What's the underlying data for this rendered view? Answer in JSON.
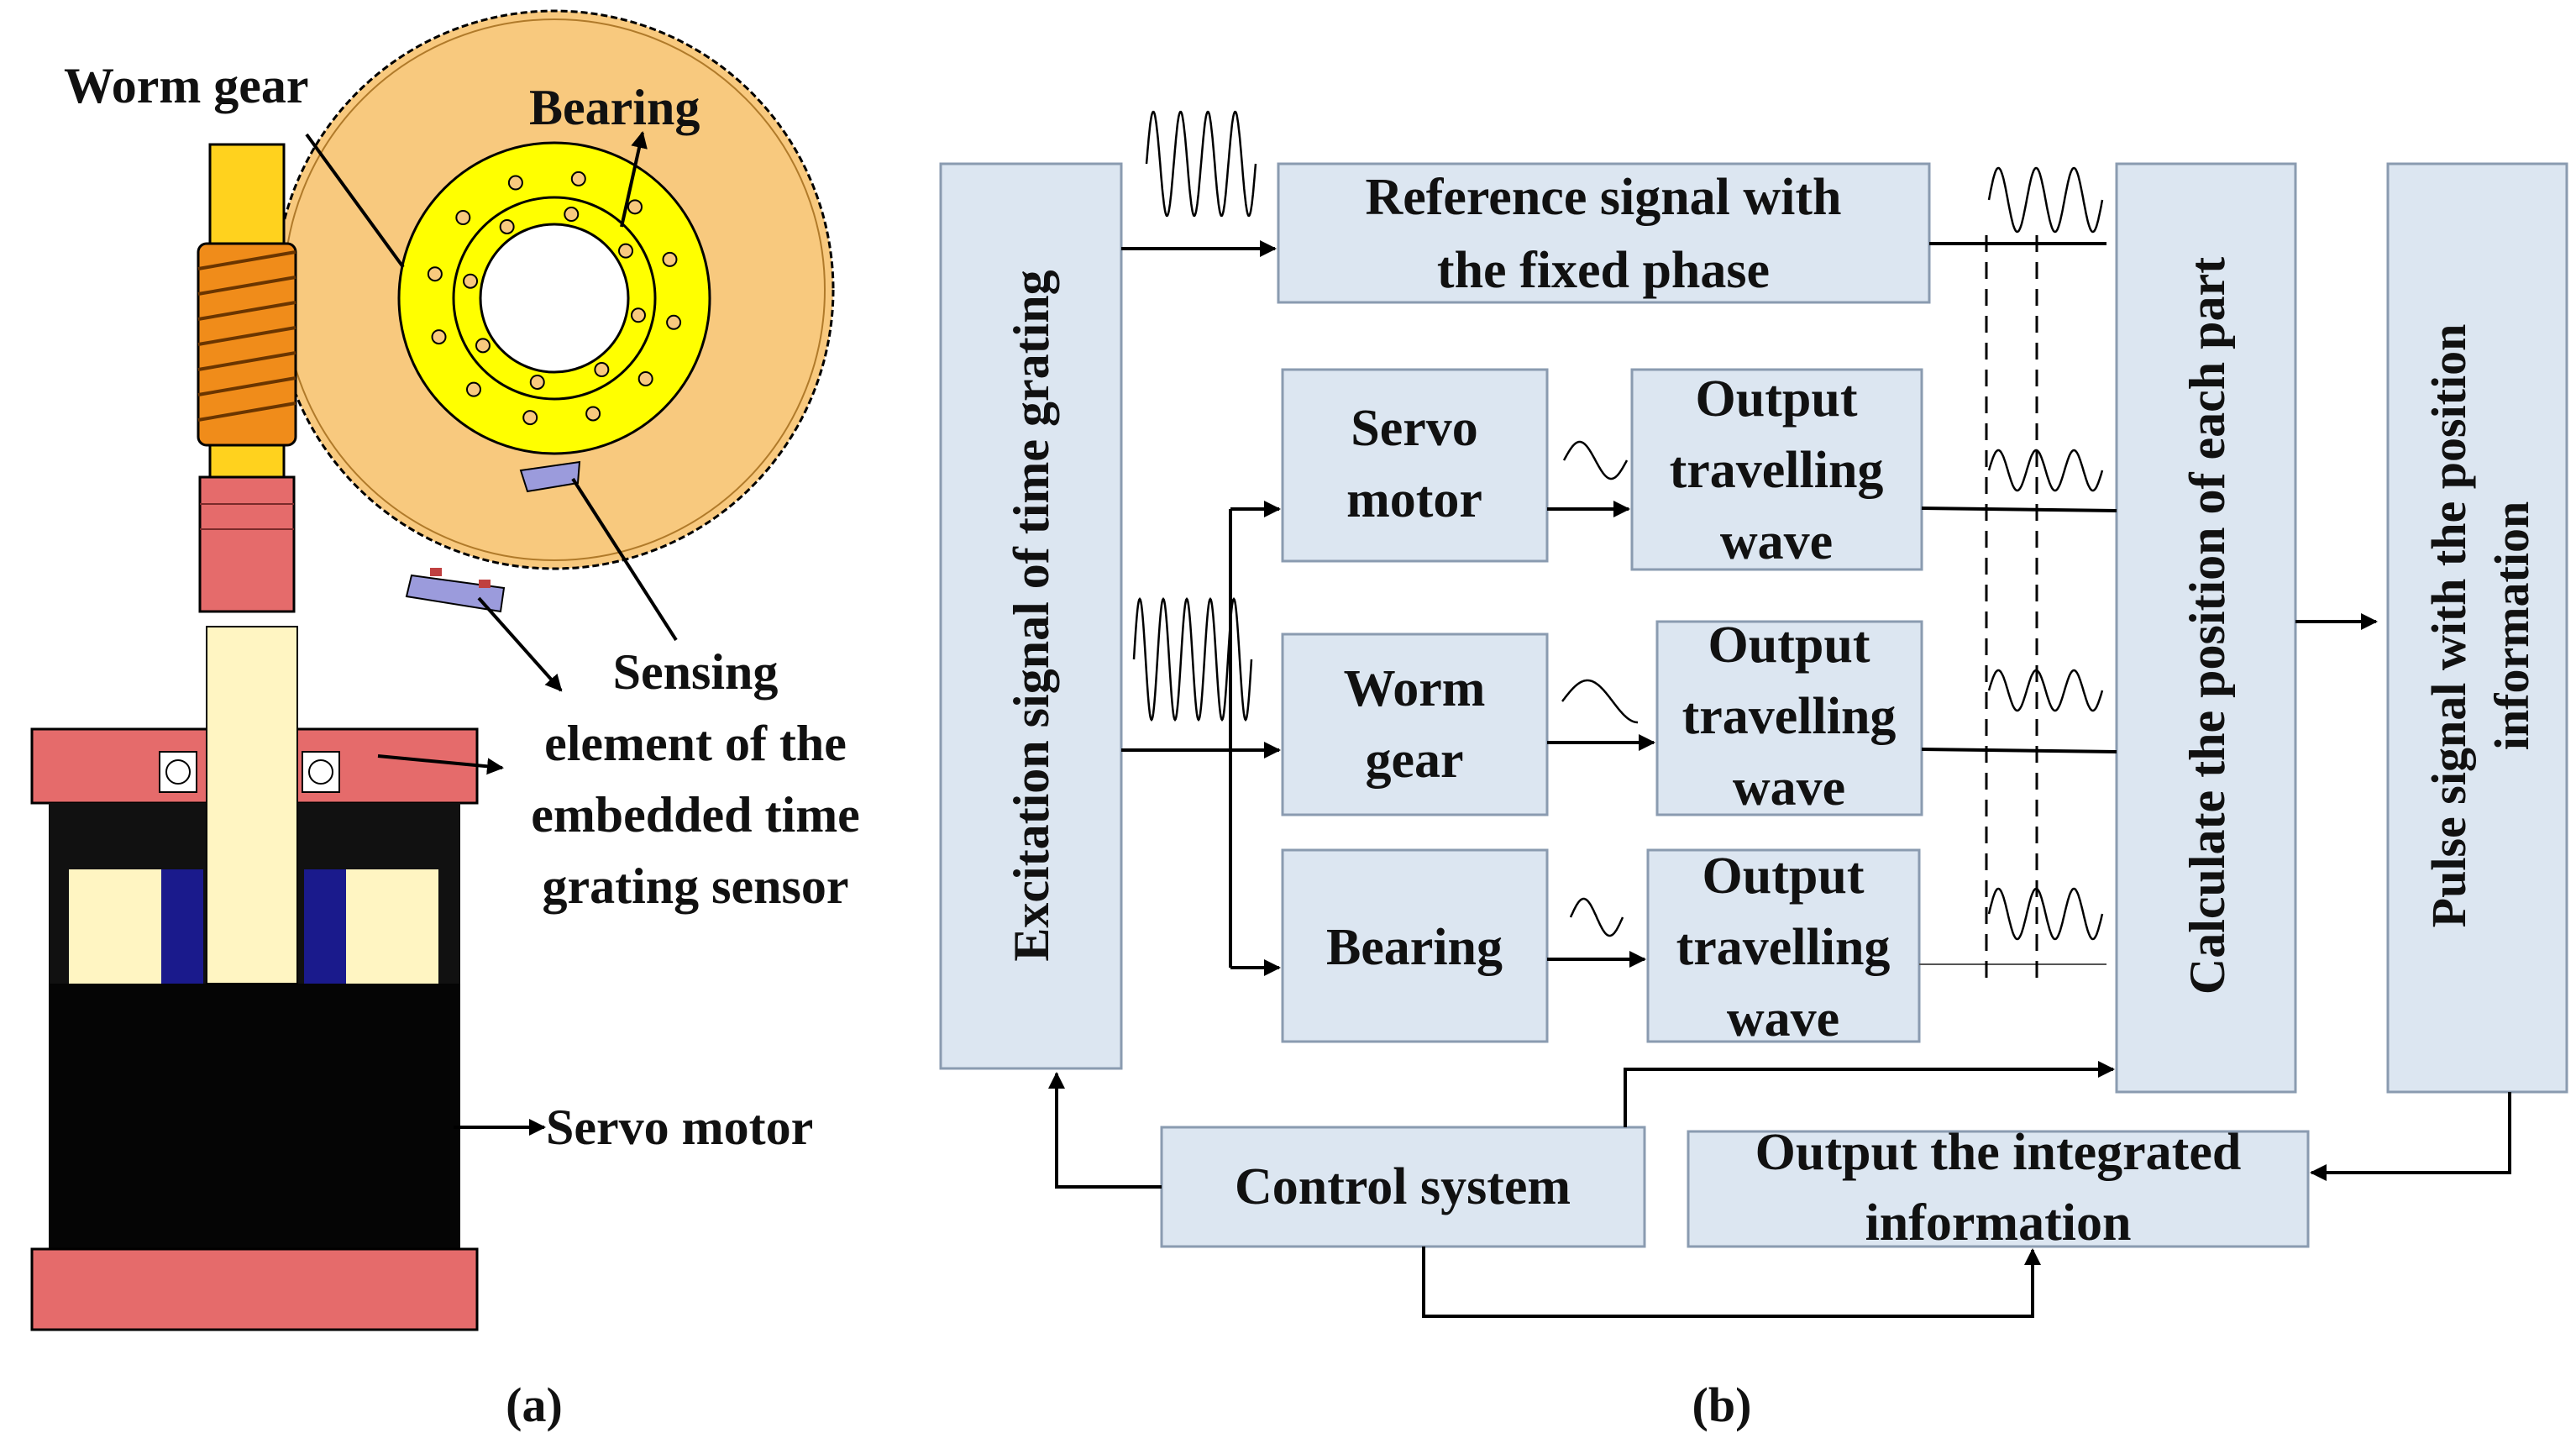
{
  "panel_a": {
    "label_worm_gear": "Worm gear",
    "label_bearing": "Bearing",
    "label_sensing_lines": [
      "Sensing",
      "element of the",
      "embedded time",
      "grating sensor"
    ],
    "label_servo_motor": "Servo motor",
    "caption": "(a)"
  },
  "panel_b": {
    "excitation": "Excitation signal of time grating",
    "reference_lines": [
      "Reference signal with",
      "the fixed phase"
    ],
    "servo_lines": [
      "Servo",
      "motor"
    ],
    "worm_lines": [
      "Worm",
      "gear"
    ],
    "bearing": "Bearing",
    "output_wave_lines": [
      "Output",
      "travelling",
      "wave"
    ],
    "calculate": "Calculate the position of each part",
    "pulse_lines": [
      "Pulse signal with the position",
      "information"
    ],
    "control": "Control system",
    "integrated_lines": [
      "Output the integrated",
      "information"
    ],
    "caption": "(b)"
  },
  "colors": {
    "box_fill": "#dce6f1",
    "box_stroke": "#8a9bb0",
    "gear": "#f8c97e",
    "bearing": "#ffff00",
    "worm": "#f08c1a",
    "shaft": "#ffd21e",
    "coupling": "#e56b6b",
    "motor": "#000000",
    "sensor": "#9b9bdc"
  }
}
